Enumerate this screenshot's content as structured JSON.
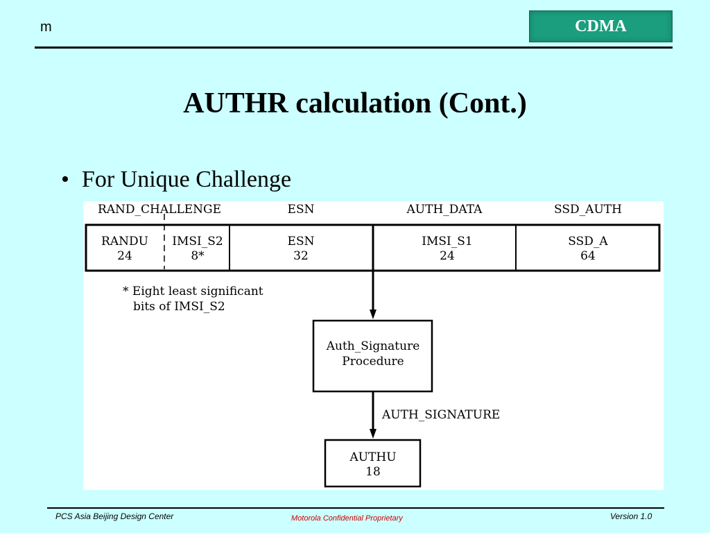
{
  "header": {
    "logo_letter": "m",
    "badge": "CDMA"
  },
  "slide": {
    "title": "AUTHR calculation (Cont.)",
    "bullet": "For Unique Challenge"
  },
  "diagram": {
    "group_labels": [
      "RAND_CHALLENGE",
      "ESN",
      "AUTH_DATA",
      "SSD_AUTH"
    ],
    "fields": [
      {
        "name": "RANDU",
        "bits": "24"
      },
      {
        "name": "IMSI_S2",
        "bits": "8*"
      },
      {
        "name": "ESN",
        "bits": "32"
      },
      {
        "name": "IMSI_S1",
        "bits": "24"
      },
      {
        "name": "SSD_A",
        "bits": "64"
      }
    ],
    "footnote_line1": "*  Eight least significant",
    "footnote_line2": "bits of IMSI_S2",
    "procedure_line1": "Auth_Signature",
    "procedure_line2": "Procedure",
    "output_label": "AUTH_SIGNATURE",
    "result_name": "AUTHU",
    "result_bits": "18"
  },
  "footer": {
    "left": "PCS Asia Beijing Design Center",
    "center": "Motorola Confidential Proprietary",
    "right": "Version 1.0"
  },
  "colors": {
    "background": "#ccffff",
    "badge": "#1a9e7d",
    "footer_center": "#cc0000"
  }
}
